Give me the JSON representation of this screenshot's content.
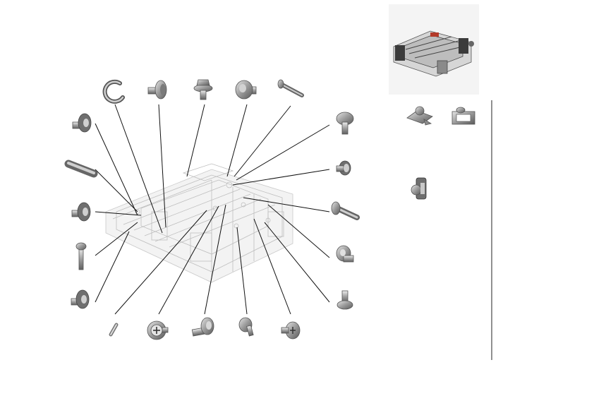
{
  "diagram": {
    "kind": "exploded-view-fastener-diagram",
    "colors": {
      "leader": "#111111",
      "metal": "#9a9a9a",
      "divider": "#222222",
      "background": "#ffffff"
    },
    "parts": [
      {
        "id": "e-ring",
        "icon": "e-ring-icon"
      },
      {
        "id": "shoulder-screw-top",
        "icon": "shoulder-screw-icon"
      },
      {
        "id": "hex-washer-screw",
        "icon": "hex-washer-screw-icon"
      },
      {
        "id": "wide-head-screw",
        "icon": "shoulder-screw-icon"
      },
      {
        "id": "long-pin-top",
        "icon": "pin-icon"
      },
      {
        "id": "flat-head-pin",
        "icon": "flat-head-pin-icon"
      },
      {
        "id": "small-flange-screw",
        "icon": "flange-screw-icon"
      },
      {
        "id": "long-screw-right",
        "icon": "long-screw-icon"
      },
      {
        "id": "flange-screw-right",
        "icon": "flange-screw-icon"
      },
      {
        "id": "stand-screw-right",
        "icon": "stand-screw-icon"
      },
      {
        "id": "cross-head-screw",
        "icon": "cross-head-screw-icon"
      },
      {
        "id": "shaft-collar-screw",
        "icon": "shoulder-screw-icon"
      },
      {
        "id": "mushroom-screw",
        "icon": "mushroom-screw-icon"
      },
      {
        "id": "phillips-flange-screw",
        "icon": "phillips-screw-icon"
      },
      {
        "id": "small-pin",
        "icon": "pin-icon"
      },
      {
        "id": "flange-screw-left-bottom",
        "icon": "flange-screw-icon"
      },
      {
        "id": "long-bolt-left",
        "icon": "long-screw-icon"
      },
      {
        "id": "flange-screw-left-mid",
        "icon": "flange-screw-icon"
      },
      {
        "id": "rod-left",
        "icon": "rod-icon"
      },
      {
        "id": "flange-screw-left-top",
        "icon": "flange-screw-icon"
      }
    ],
    "side_panel": {
      "items": [
        {
          "id": "unit-thumbnail",
          "icon": "assembly-thumbnail-icon"
        },
        {
          "id": "clip-part",
          "icon": "clip-icon"
        },
        {
          "id": "bracket-part",
          "icon": "bracket-icon"
        },
        {
          "id": "latch-part",
          "icon": "latch-icon"
        }
      ]
    }
  }
}
